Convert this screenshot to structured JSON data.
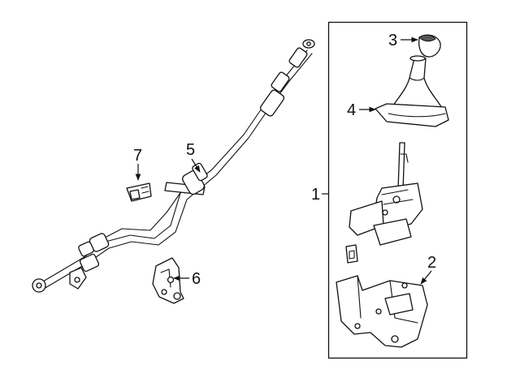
{
  "callouts": {
    "c1": "1",
    "c2": "2",
    "c3": "3",
    "c4": "4",
    "c5": "5",
    "c6": "6",
    "c7": "7"
  },
  "colors": {
    "line": "#111111",
    "background": "#ffffff"
  }
}
